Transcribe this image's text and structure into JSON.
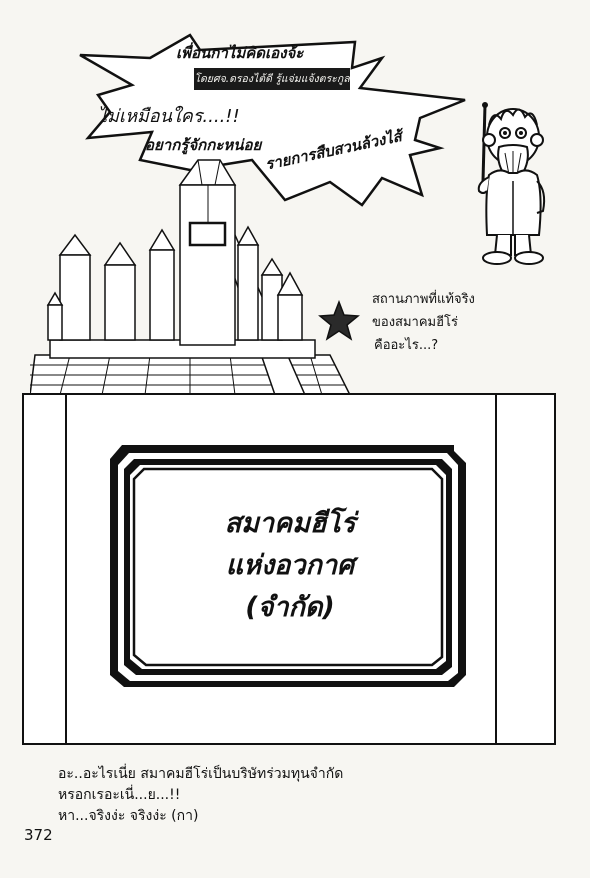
{
  "speech": {
    "friend_line": "เพื่อนกาไม่คิดเองจ้ะ",
    "byline": "โดยศจ.ดรองไต้ดี รู้แจ่มแจ้งตระกูล",
    "not_like_anyone": "ไม่เหมือนใคร....!!",
    "want_to_know": "อยากรู้จักกะหน่อย",
    "program": "รายการสืบสวนล้วงไส้"
  },
  "status_question": {
    "lines": [
      "สถานภาพที่แท้จริง",
      "ของสมาคมฮีโร่",
      "คืออะไร...?"
    ]
  },
  "sign": {
    "lines": [
      "สมาคมฮีโร่",
      "แห่งอวกาศ",
      "(จำกัด)"
    ]
  },
  "caption": {
    "lines": [
      "อะ..อะไรเนี่ย สมาคมฮีโร่เป็นบริษัทร่วมทุนจำกัด",
      "หรอกเรอะเนี่...ย...!!",
      "หา...จริงง่ะ จริงง่ะ (กา)"
    ]
  },
  "page_number": "372"
}
